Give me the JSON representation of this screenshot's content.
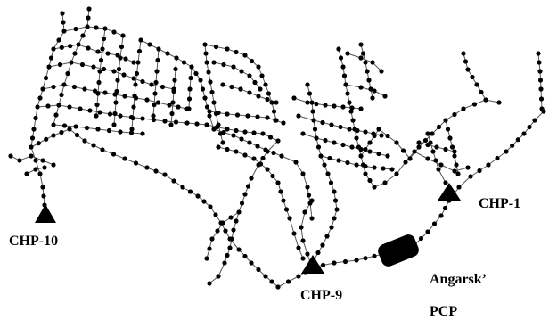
{
  "labels": {
    "chp10": "CHP-10",
    "chp9": "CHP-9",
    "chp1": "CHP-1",
    "pcp_line1": "Angarsk’",
    "pcp_line2": "PCP"
  },
  "style": {
    "line_color": "#555555",
    "node_color": "#000000",
    "background": "#ffffff"
  }
}
